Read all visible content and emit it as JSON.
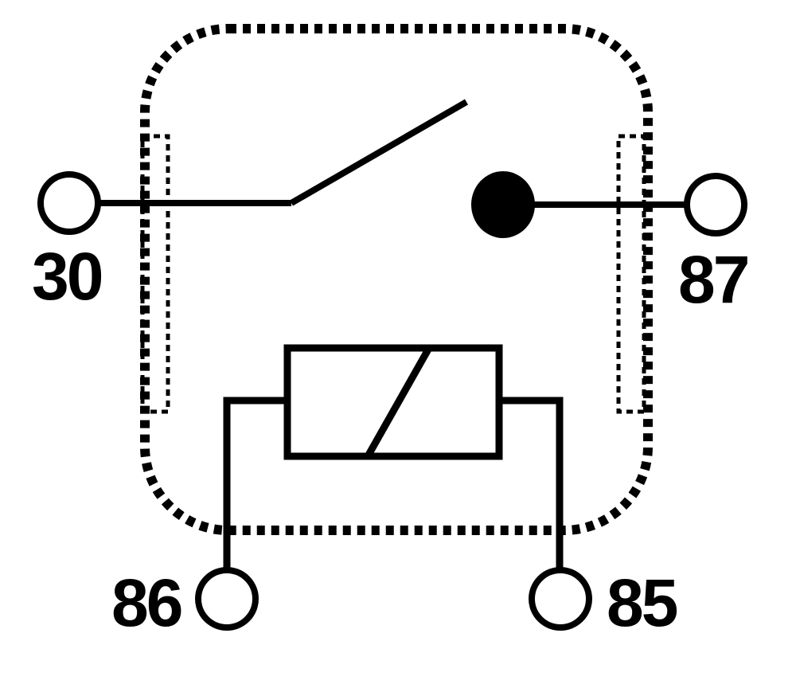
{
  "colors": {
    "stroke": "#000000",
    "background": "#ffffff"
  },
  "pins": {
    "p30": {
      "label": "30"
    },
    "p87": {
      "label": "87"
    },
    "p86": {
      "label": "86"
    },
    "p85": {
      "label": "85"
    }
  }
}
